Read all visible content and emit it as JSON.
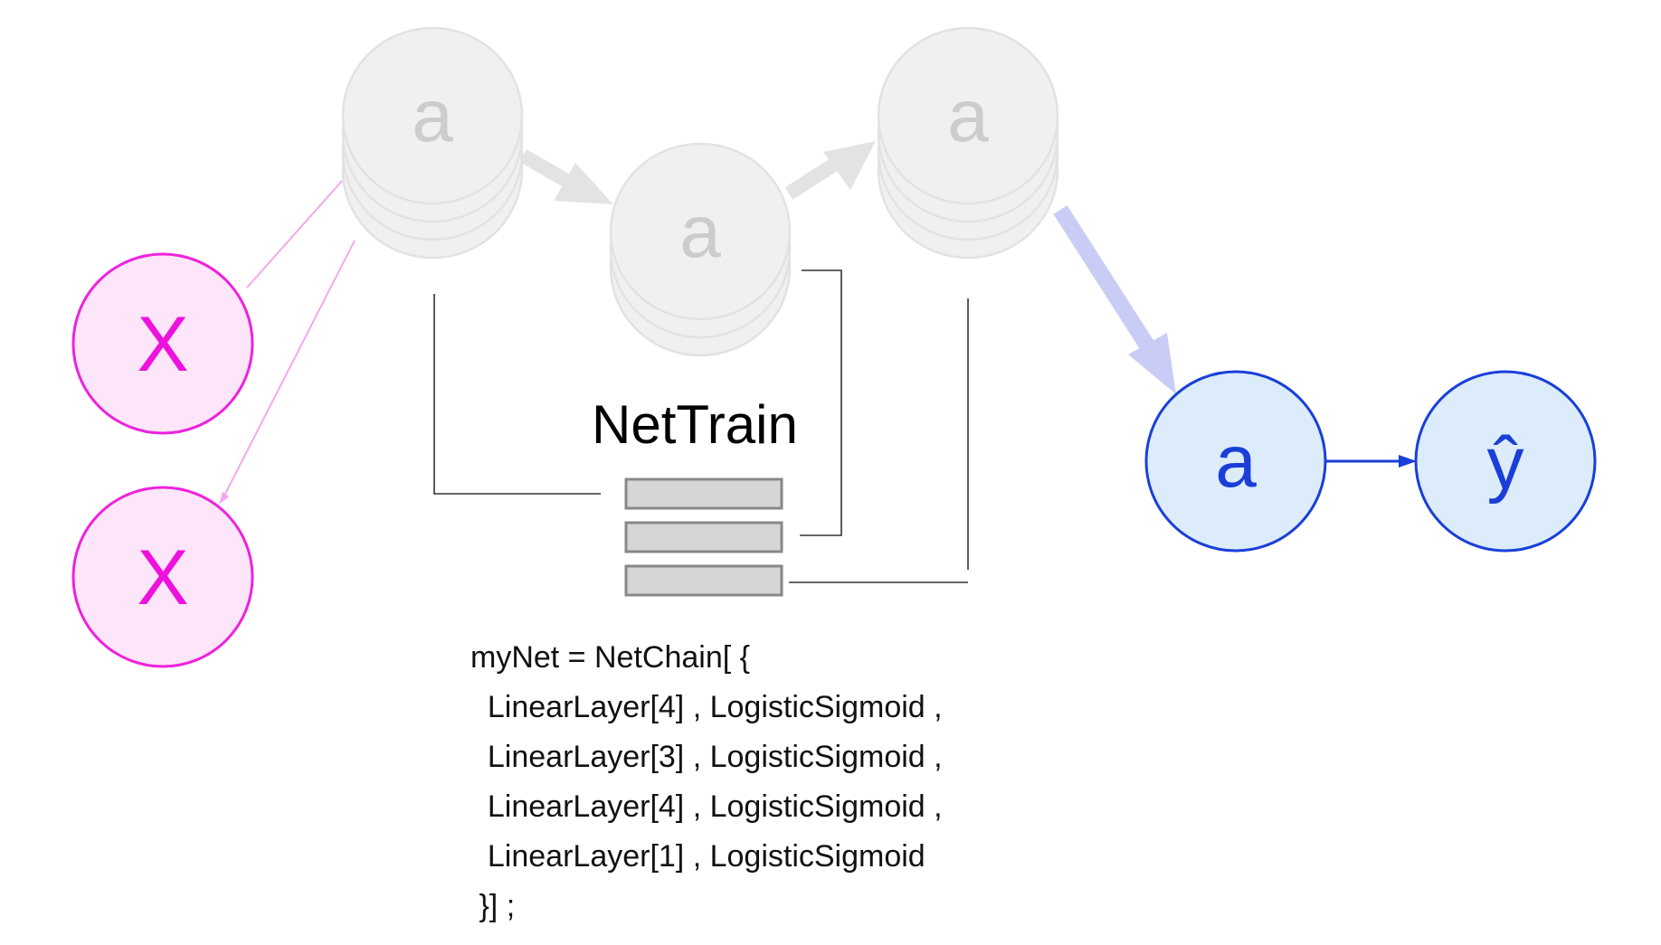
{
  "hidden_layers": [
    {
      "label": "a",
      "stack_depth": 4
    },
    {
      "label": "a",
      "stack_depth": 3
    },
    {
      "label": "a",
      "stack_depth": 4
    }
  ],
  "inputs": [
    {
      "label": "X"
    },
    {
      "label": "X"
    }
  ],
  "output_layer": {
    "label": "a"
  },
  "prediction": {
    "label": "ŷ"
  },
  "training": {
    "title": "NetTrain",
    "bar_count": 3
  },
  "code": {
    "lines": [
      "myNet = NetChain[ {",
      "  LinearLayer[4] , LogisticSigmoid ,",
      "  LinearLayer[3] , LogisticSigmoid ,",
      "  LinearLayer[4] , LogisticSigmoid ,",
      "  LinearLayer[1] , LogisticSigmoid",
      " }] ;"
    ]
  },
  "colors": {
    "input_fill": "#fde6f9",
    "input_stroke": "#ee22dd",
    "input_text": "#ee11dd",
    "hidden_fill": "#f0f0f0",
    "hidden_stroke": "#e2e2e2",
    "hidden_text": "#cccccc",
    "output_fill": "#dcecfb",
    "output_stroke": "#1a3fd9",
    "output_text": "#1a3fd9",
    "arrow_gray": "#e3e3e3",
    "arrow_blue": "#c9cdf5",
    "bar_fill": "#d6d6d6",
    "bar_stroke": "#888888"
  }
}
